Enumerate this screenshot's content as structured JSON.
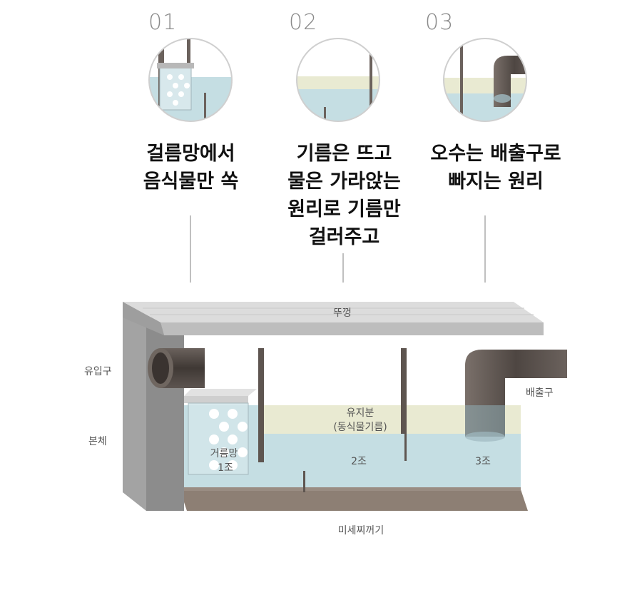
{
  "steps": [
    {
      "number": "01",
      "caption_lines": [
        "걸름망에서",
        "음식물만 쏙"
      ]
    },
    {
      "number": "02",
      "caption_lines": [
        "기름은 뜨고",
        "물은 가라앉는",
        "원리로 기름만",
        "걸러주고"
      ]
    },
    {
      "number": "03",
      "caption_lines": [
        "오수는 배출구로",
        "빠지는 원리"
      ]
    }
  ],
  "diagram": {
    "lid": "뚜껑",
    "inlet": "유입구",
    "body": "본체",
    "outlet": "배출구",
    "strainer": "거름망",
    "tank1": "1조",
    "oil_layer_line1": "유지분",
    "oil_layer_line2": "(동식물기름)",
    "tank2": "2조",
    "tank3": "3조",
    "sediment": "미세찌꺼기"
  },
  "colors": {
    "water": "#c5dee3",
    "oil": "#e9ead2",
    "sediment": "#8d7f74",
    "concrete": "#8c8c8c",
    "pipe": "#5e5550"
  }
}
